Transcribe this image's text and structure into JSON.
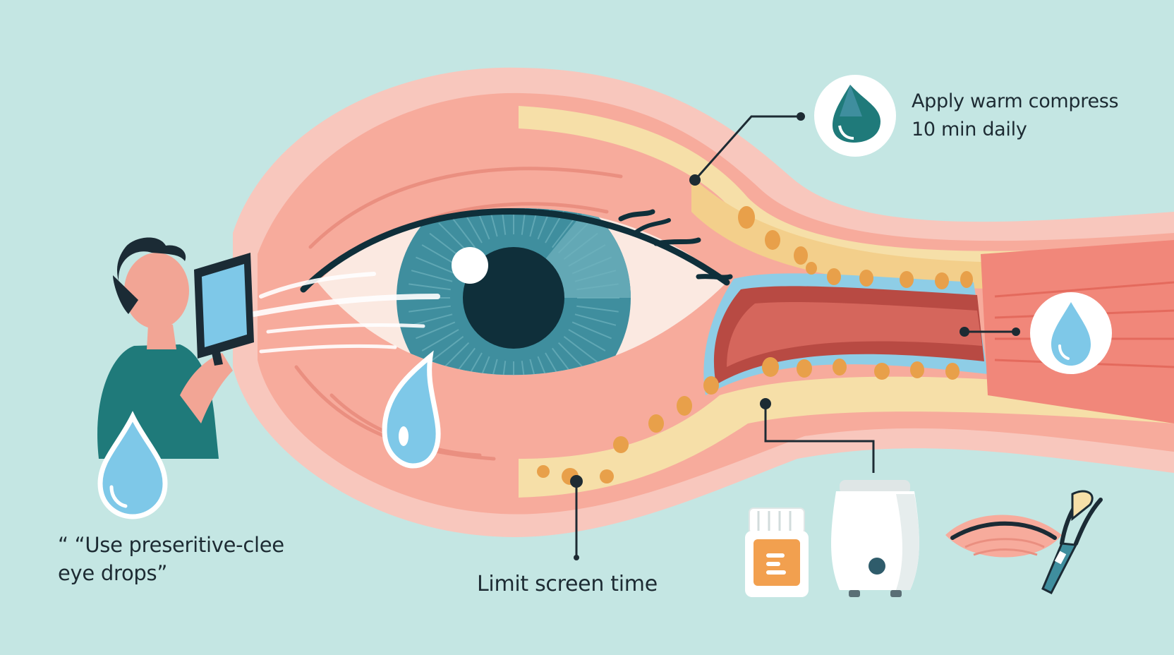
{
  "labels": {
    "warm_compress": {
      "line1": "Apply warm compress",
      "line2": "10 min daily"
    },
    "eye_drops": {
      "line1": "“ “Use preseritive-clee",
      "line2": "eye drops”"
    },
    "screen_time": "Limit screen time"
  },
  "colors": {
    "background": "#c4e6e3",
    "skin_outer": "#f8c7bd",
    "skin_mid": "#f7ab9c",
    "gland_yellow": "#f6dfa8",
    "gland_orange": "#e8a04a",
    "iris_teal": "#3f8e9e",
    "pupil": "#0f2f3a",
    "duct_blue": "#8ecde6",
    "duct_red": "#b84a43",
    "shirt": "#1f7a7a",
    "tear_drop": "#7ec8e8",
    "label_text": "#1d2b33"
  },
  "icons": [
    "water-drop-icon",
    "tear-drop-icon",
    "eye-drops-icon",
    "tablet-icon",
    "supplement-bottle-icon",
    "humidifier-icon",
    "eyelid-icon",
    "tweezers-icon"
  ]
}
